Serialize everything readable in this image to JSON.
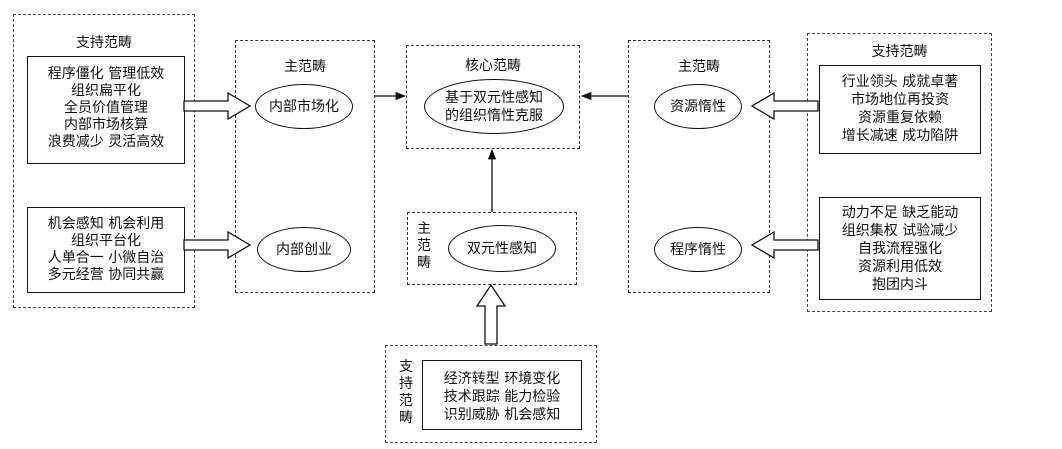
{
  "support_left": {
    "title": "支持范畴",
    "box1": [
      "程序僵化  管理低效",
      "组织扁平化",
      "全员价值管理",
      "内部市场核算",
      "浪费减少  灵活高效"
    ],
    "box2": [
      "机会感知  机会利用",
      "组织平台化",
      "人单合一  小微自治",
      "多元经营  协同共赢"
    ]
  },
  "main_left": {
    "title": "主范畴",
    "node1": "内部市场化",
    "node2": "内部创业"
  },
  "core": {
    "title": "核心范畴",
    "node_line1": "基于双元性感知",
    "node_line2": "的组织惰性克服"
  },
  "main_middle": {
    "title_chars": [
      "主",
      "范",
      "畴"
    ],
    "node": "双元性感知"
  },
  "main_right": {
    "title": "主范畴",
    "node1": "资源惰性",
    "node2": "程序惰性"
  },
  "support_right": {
    "title": "支持范畴",
    "box1": [
      "行业领头  成就卓著",
      "市场地位再投资",
      "资源重复依赖",
      "增长减速  成功陷阱"
    ],
    "box2": [
      "动力不足  缺乏能动",
      "组织集权  试验减少",
      "自我流程强化",
      "资源利用低效",
      "抱团内斗"
    ]
  },
  "support_bottom": {
    "title_chars": [
      "支",
      "持",
      "范",
      "畴"
    ],
    "rows": [
      "经济转型  环境变化",
      "技术跟踪  能力检验",
      "识别威胁  机会感知"
    ]
  }
}
